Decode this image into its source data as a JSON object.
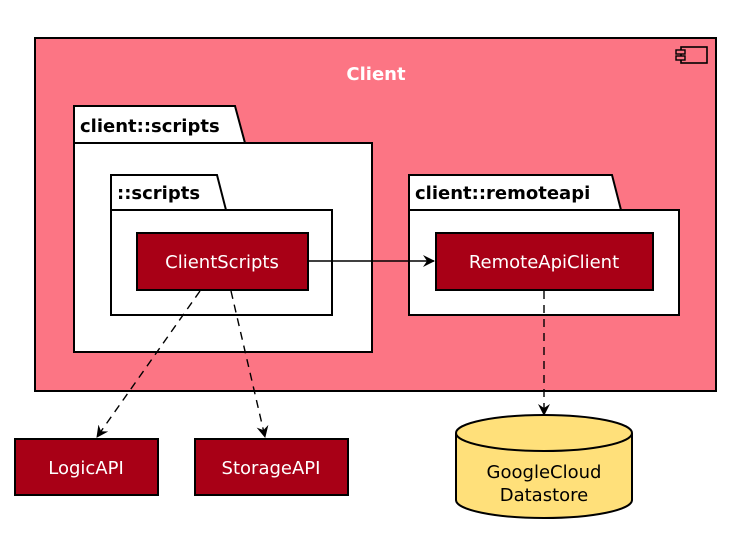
{
  "colors": {
    "component_frame_fill": "#FC7584",
    "component_box_fill": "#A80016",
    "datastore_fill": "#FFE07A",
    "line": "#000000",
    "text_light": "#FFFFFF",
    "text_dark": "#000000"
  },
  "client": {
    "title": "Client",
    "icon": "component-icon"
  },
  "packages": {
    "client_scripts": {
      "label": "client::scripts"
    },
    "scripts": {
      "label": "::scripts"
    },
    "client_remoteapi": {
      "label": "client::remoteapi"
    }
  },
  "components": {
    "client_scripts": "ClientScripts",
    "remote_api_client": "RemoteApiClient",
    "logic_api": "LogicAPI",
    "storage_api": "StorageAPI"
  },
  "datastore": {
    "line1": "GoogleCloud",
    "line2": "Datastore"
  },
  "edges": [
    {
      "from": "ClientScripts",
      "to": "RemoteApiClient",
      "style": "solid"
    },
    {
      "from": "ClientScripts",
      "to": "LogicAPI",
      "style": "dashed"
    },
    {
      "from": "ClientScripts",
      "to": "StorageAPI",
      "style": "dashed"
    },
    {
      "from": "RemoteApiClient",
      "to": "GoogleCloud Datastore",
      "style": "dashed"
    }
  ]
}
